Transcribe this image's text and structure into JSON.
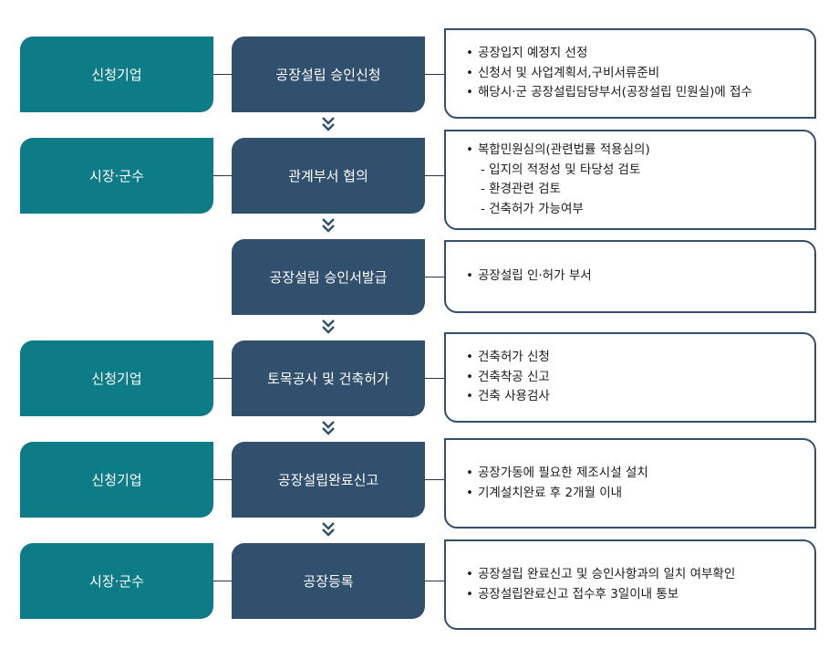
{
  "rows": [
    {
      "actor": "신청기업",
      "step": "공장설립 승인신청",
      "details": [
        {
          "kind": "bullet",
          "text": "공장입지 예정지 선정"
        },
        {
          "kind": "bullet",
          "text": "신청서 및 사업계획서,구비서류준비"
        },
        {
          "kind": "bullet",
          "text": "해당시·군 공장설립담당부서(공장설립 민원실)에 접수"
        }
      ]
    },
    {
      "actor": "시장·군수",
      "step": "관계부서 협의",
      "details": [
        {
          "kind": "bullet",
          "text": "복합민원심의(관련법률 적용심의)"
        },
        {
          "kind": "sub",
          "text": "- 입지의 적정성 및 타당성 검토"
        },
        {
          "kind": "sub",
          "text": "- 환경관련 검토"
        },
        {
          "kind": "sub",
          "text": "- 건축허가 가능여부"
        }
      ]
    },
    {
      "actor": "",
      "step": "공장설립 승인서발급",
      "details": [
        {
          "kind": "bullet",
          "text": "공장설립 인·허가 부서"
        }
      ]
    },
    {
      "actor": "신청기업",
      "step": "토목공사 및 건축허가",
      "details": [
        {
          "kind": "bullet",
          "text": "건축허가 신청"
        },
        {
          "kind": "bullet",
          "text": "건축착공 신고"
        },
        {
          "kind": "bullet",
          "text": "건축 사용검사"
        }
      ]
    },
    {
      "actor": "신청기업",
      "step": "공장설립완료신고",
      "details": [
        {
          "kind": "bullet",
          "text": "공장가동에 필요한 제조시설 설치"
        },
        {
          "kind": "bullet",
          "text": "기계설치완료 후 2개월 이내"
        }
      ]
    },
    {
      "actor": "시장·군수",
      "step": "공장등록",
      "details": [
        {
          "kind": "bullet",
          "text": "공장설립 완료신고 및 승인사항과의 일치 여부확인"
        },
        {
          "kind": "bullet",
          "text": "공장설립완료신고 접수후 3일이내 통보"
        }
      ]
    }
  ],
  "colors": {
    "actor_fill": "#0e7c86",
    "step_fill": "#30506e",
    "detail_border": "#30506e",
    "arrow": "#30506e"
  }
}
